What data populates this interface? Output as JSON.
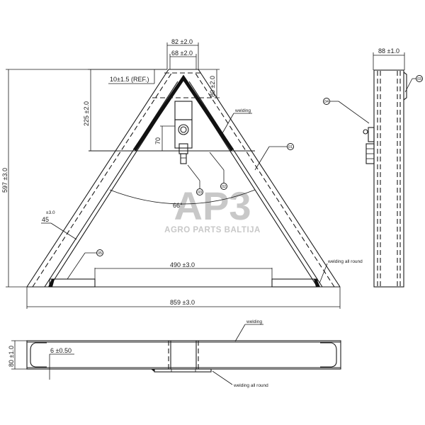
{
  "drawing": {
    "watermark": {
      "logo": "AP3",
      "text": "AGRO PARTS BALTIJA",
      "color": "#c8c8c8"
    },
    "front_view": {
      "dimensions": {
        "top_outer_width": "82 ±2.0",
        "top_inner_width": "68 ±2.0",
        "top_offset": "10±1.5 (REF.)",
        "top_height": "80 ±2.0",
        "inner_height": "225 ±2.0",
        "bracket_height": "70",
        "total_height": "597 ±3.0",
        "angle": "66°",
        "member_width": "45",
        "member_width_tol": "±3.0",
        "base_inner_span": "490 ±3.0",
        "total_width": "859 ±3.0"
      },
      "annotations": {
        "welding_top": "welding",
        "welding_base": "welding all round"
      },
      "balloons": [
        "01",
        "02",
        "03",
        "05"
      ]
    },
    "side_view": {
      "dimensions": {
        "depth": "88 ±1.0"
      },
      "balloons": [
        "03",
        "04"
      ]
    },
    "bottom_view": {
      "dimensions": {
        "height": "80 ±1.0",
        "plate_thickness": "6 ±0.50"
      },
      "annotations": {
        "welding_top": "welding",
        "welding_bottom": "welding all round"
      }
    }
  }
}
